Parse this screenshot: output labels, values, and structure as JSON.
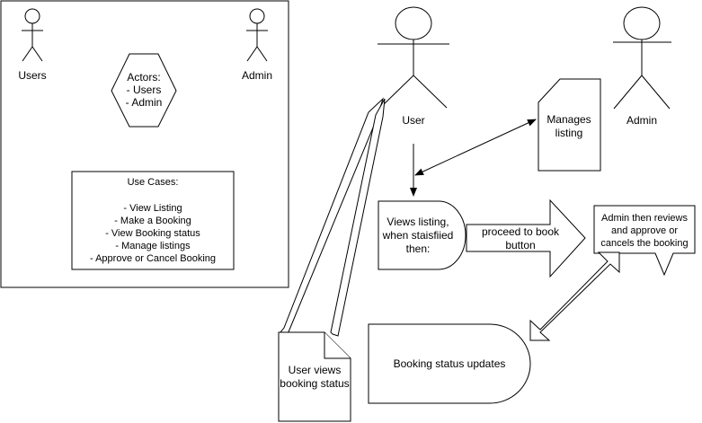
{
  "left_panel": {
    "actor_users_label": "Users",
    "actor_admin_label": "Admin",
    "actors_box": [
      "Actors:",
      "- Users",
      "- Admin"
    ],
    "use_cases_box": [
      "Use Cases:",
      "",
      "- View Listing",
      "- Make a Booking",
      "- View Booking status",
      "- Manage listings",
      "- Approve or Cancel Booking"
    ]
  },
  "flow": {
    "user_actor_label": "User",
    "admin_actor_label": "Admin",
    "manages_listing": [
      "Manages",
      "listing"
    ],
    "views_listing": [
      "Views listing,",
      "when staisfiied",
      "then:"
    ],
    "proceed_arrow": [
      "proceed to book",
      "button"
    ],
    "admin_callout": [
      "Admin then reviews",
      "and approve or",
      "cancels the booking"
    ],
    "booking_status_updates": "Booking status updates",
    "user_views_status": [
      "User views",
      "booking status"
    ]
  }
}
